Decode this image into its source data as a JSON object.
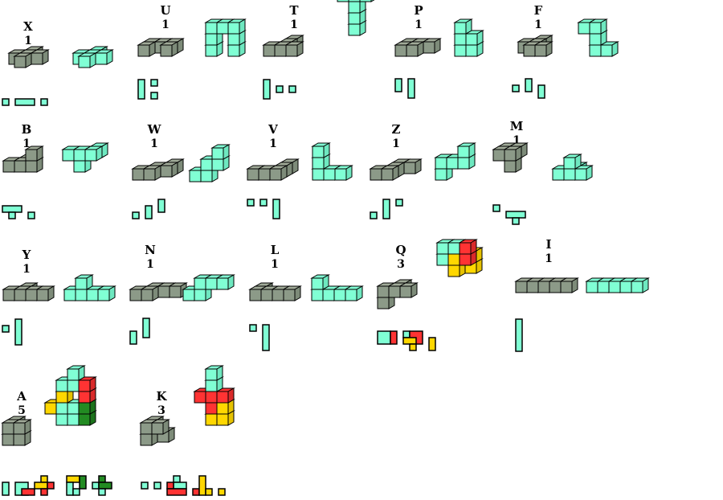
{
  "title": "Polycube puzzle pieces",
  "colors": {
    "grey_top": "#a0aa98",
    "grey_left": "#8c9a88",
    "grey_right": "#7d8b79",
    "mint": "#80ffd4",
    "mint_dark": "#6ee8c0",
    "red": "#ff3333",
    "yellow": "#ffd700",
    "green": "#228b22",
    "outline": "#000000"
  },
  "pieces": [
    {
      "id": "X",
      "label": "X",
      "count": "1"
    },
    {
      "id": "U",
      "label": "U",
      "count": "1"
    },
    {
      "id": "T",
      "label": "T",
      "count": "1"
    },
    {
      "id": "P",
      "label": "P",
      "count": "1"
    },
    {
      "id": "F",
      "label": "F",
      "count": "1"
    },
    {
      "id": "B",
      "label": "B",
      "count": "1"
    },
    {
      "id": "W",
      "label": "W",
      "count": "1"
    },
    {
      "id": "V",
      "label": "V",
      "count": "1"
    },
    {
      "id": "Z",
      "label": "Z",
      "count": "1"
    },
    {
      "id": "M",
      "label": "M",
      "count": "1"
    },
    {
      "id": "Y",
      "label": "Y",
      "count": "1"
    },
    {
      "id": "N",
      "label": "N",
      "count": "1"
    },
    {
      "id": "L",
      "label": "L",
      "count": "1"
    },
    {
      "id": "Q",
      "label": "Q",
      "count": "3"
    },
    {
      "id": "I",
      "label": "I",
      "count": "1"
    },
    {
      "id": "A",
      "label": "A",
      "count": "5"
    },
    {
      "id": "K",
      "label": "K",
      "count": "3"
    }
  ]
}
